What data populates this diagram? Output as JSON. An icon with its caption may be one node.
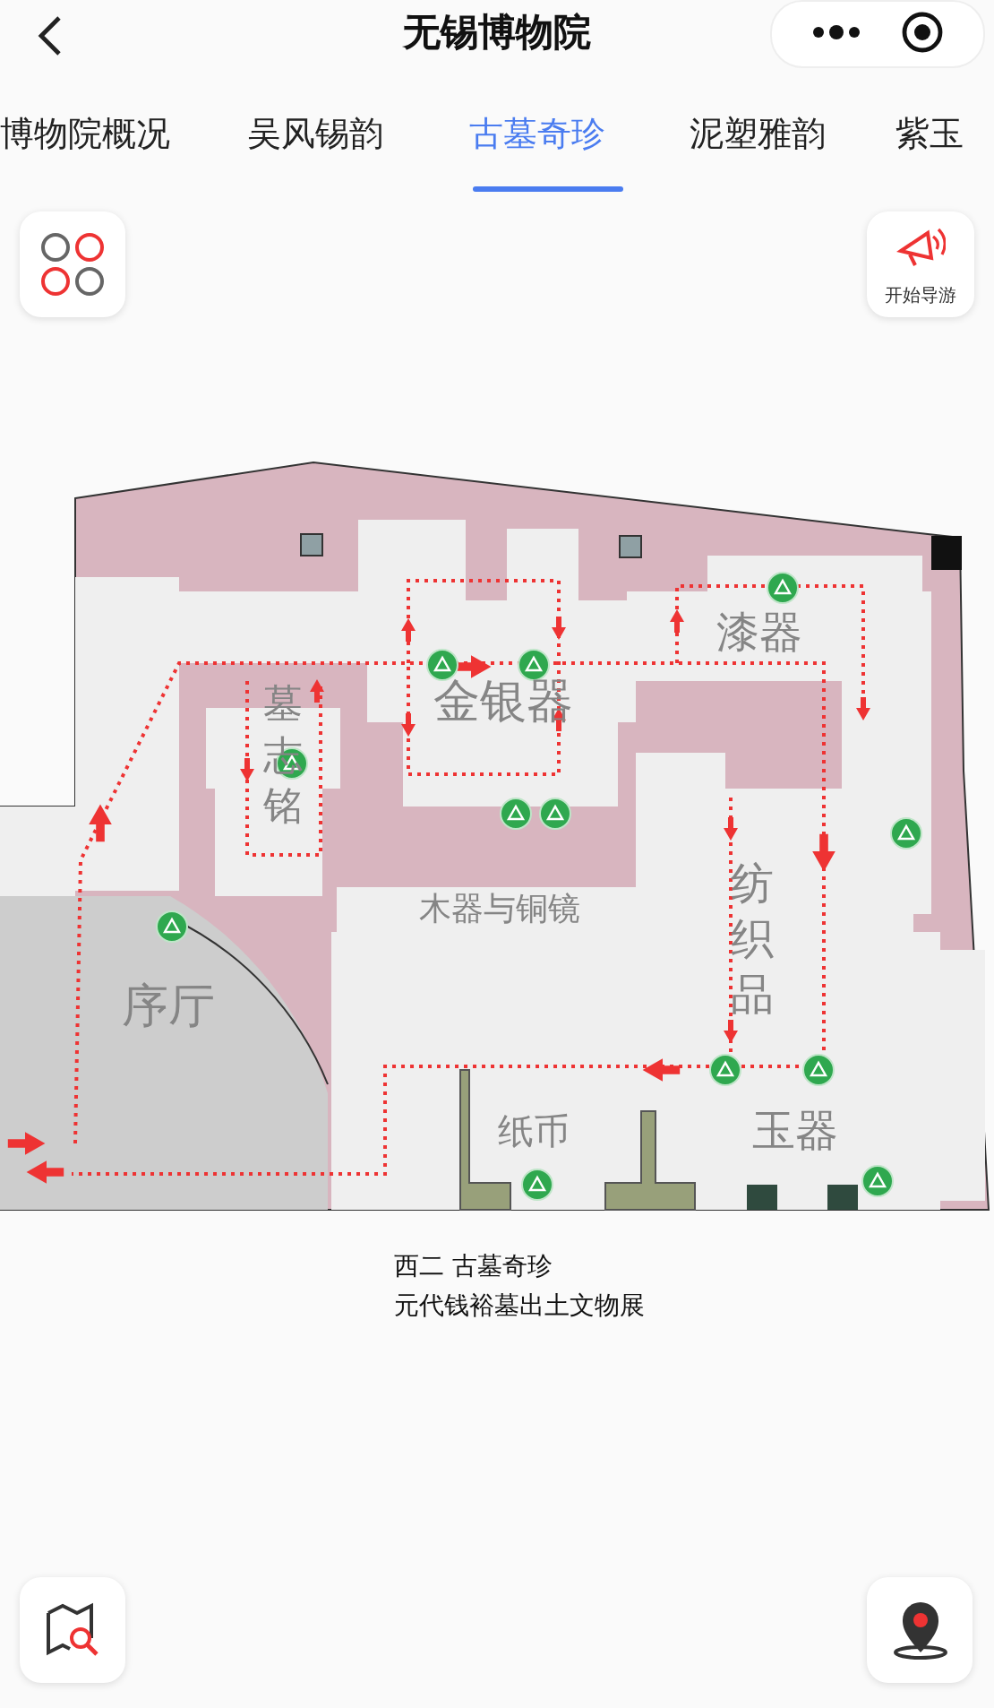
{
  "diagram": {
    "title": "无锡博物院",
    "labels": [
      "博物院概况",
      "吴风锡韵",
      "古墓奇珍",
      "泥塑雅韵",
      "紫玉",
      "开始导游",
      "墓志铭",
      "金银器",
      "漆器",
      "纺织品",
      "木器与铜镜",
      "序厅",
      "纸币",
      "玉器",
      "西二 古墓奇珍",
      "元代钱裕墓出土文物展"
    ]
  }
}
